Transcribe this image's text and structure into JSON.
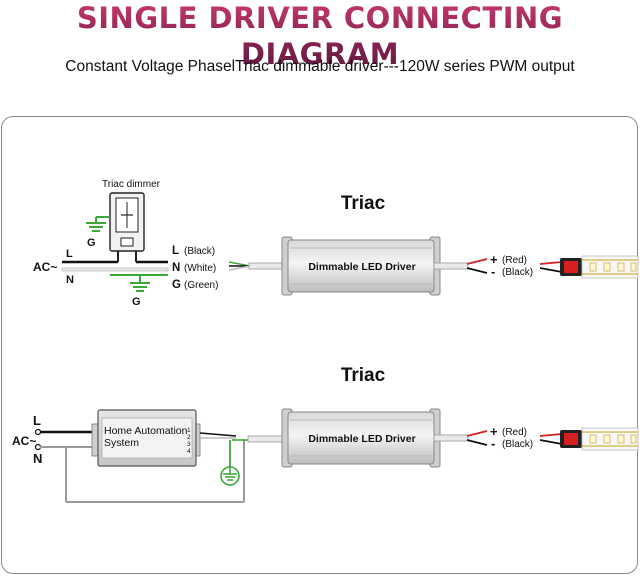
{
  "header": {
    "title": "SINGLE DRIVER CONNECTING DIAGRAM",
    "subtitle": "Constant Voltage PhaselTriac dimmable driver---120W series PWM output"
  },
  "diagram1": {
    "heading": "Triac",
    "dimmer_label": "Triac dimmer",
    "ac_label": "AC~",
    "l_label": "L",
    "n_label": "N",
    "g_top_label": "G",
    "g_bottom_label": "G",
    "out_l": "L",
    "out_l_color": "(Black)",
    "out_n": "N",
    "out_n_color": "(White)",
    "out_g": "G",
    "out_g_color": "(Green)",
    "driver_label": "Dimmable LED Driver",
    "plus": "+",
    "plus_color": "(Red)",
    "minus": "-",
    "minus_color": "(Black)"
  },
  "diagram2": {
    "heading": "Triac",
    "ac_label": "AC~",
    "l_label": "L",
    "n_label": "N",
    "automation_line1": "Home Automation",
    "automation_line2": "System",
    "pins": [
      "1",
      "2",
      "3",
      "4"
    ],
    "driver_label": "Dimmable LED Driver",
    "plus": "+",
    "plus_color": "(Red)",
    "minus": "-",
    "minus_color": "(Black)"
  },
  "colors": {
    "title_accent": "#9b2c5a",
    "wire_red": "#d42020",
    "wire_green": "#3aa83a",
    "wire_gray": "#9a9a9a"
  }
}
